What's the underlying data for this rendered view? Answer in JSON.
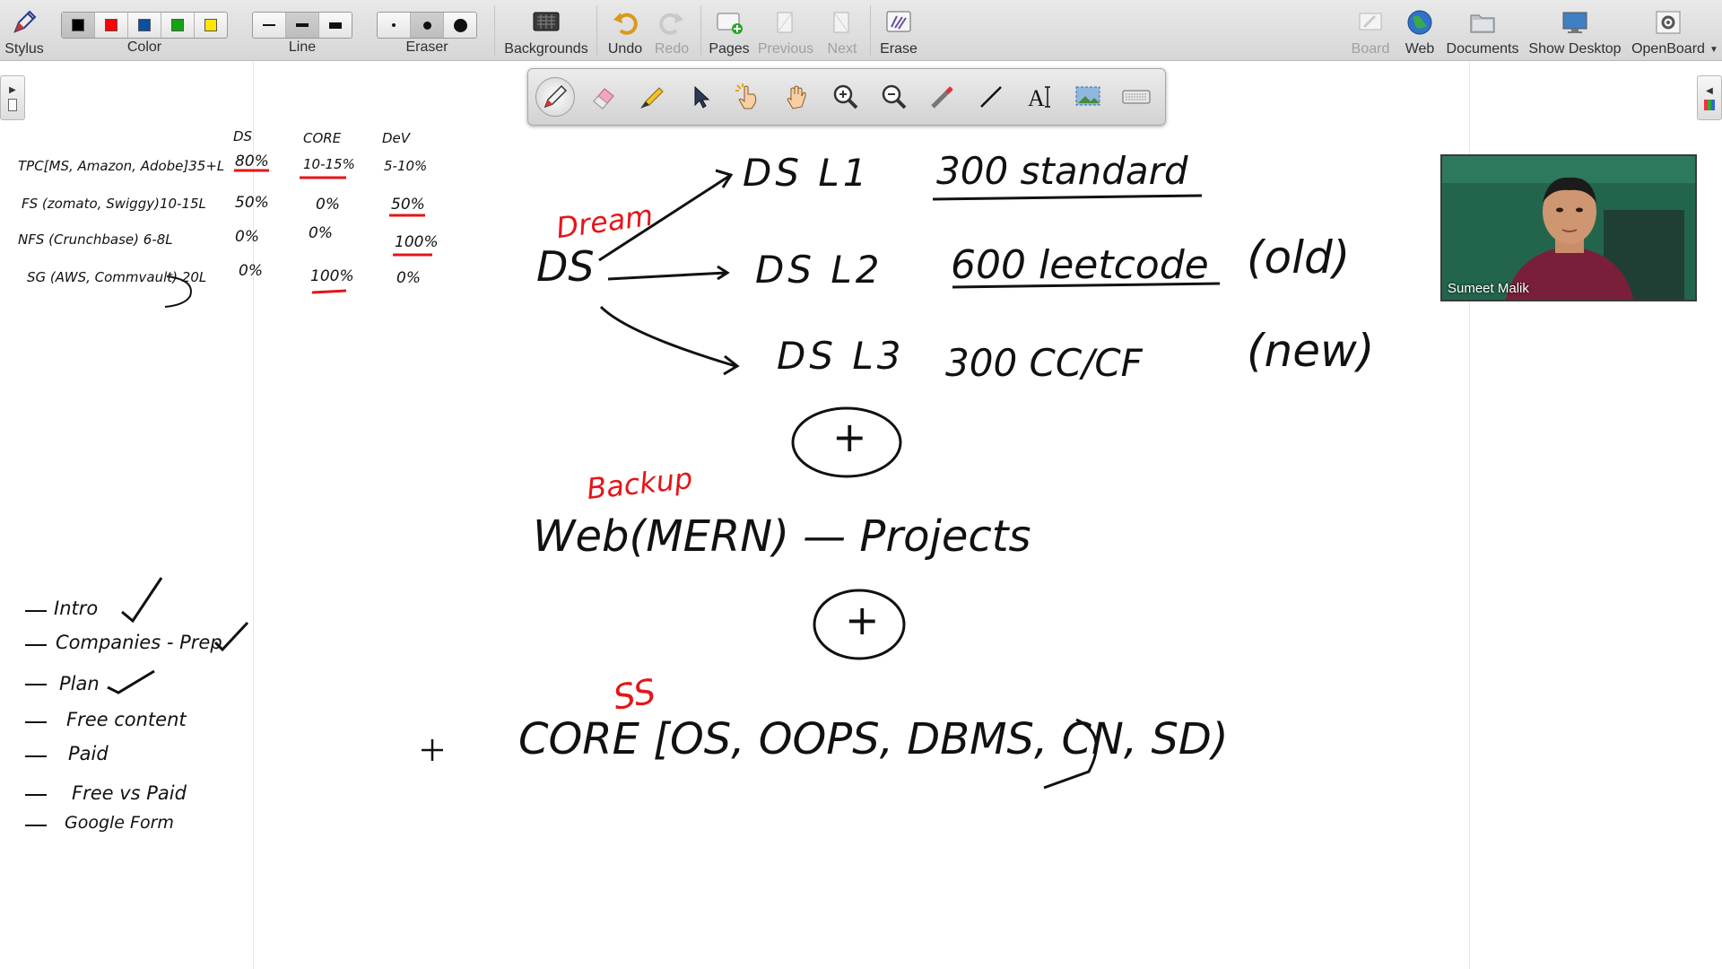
{
  "toolbar": {
    "stylus": "Stylus",
    "color": "Color",
    "line": "Line",
    "eraser": "Eraser",
    "backgrounds": "Backgrounds",
    "undo": "Undo",
    "redo": "Redo",
    "pages": "Pages",
    "previous": "Previous",
    "next": "Next",
    "erase": "Erase",
    "board": "Board",
    "web": "Web",
    "documents": "Documents",
    "show_desktop": "Show Desktop",
    "openboard": "OpenBoard",
    "colors": [
      "#000000",
      "#ff0000",
      "#0b4fa0",
      "#13a313",
      "#ffe600"
    ]
  },
  "palette": {
    "tools": [
      "pen-icon",
      "eraser-icon",
      "highlighter-icon",
      "pointer-icon",
      "interact-icon",
      "hand-icon",
      "zoom-in-icon",
      "zoom-out-icon",
      "laser-icon",
      "line-icon",
      "text-icon",
      "capture-icon",
      "keyboard-icon"
    ]
  },
  "webcam": {
    "name": "Sumeet Malik"
  },
  "notes": {
    "header_ds": "DS",
    "header_core": "CORE",
    "header_dev": "DeV",
    "row1_label": "TPC[MS, Amazon, Adobe]35+L",
    "row1_ds": "80%",
    "row1_core": "10-15%",
    "row1_dev": "5-10%",
    "row2_label": "FS (zomato, Swiggy)10-15L",
    "row2_ds": "50%",
    "row2_core": "0%",
    "row2_dev": "50%",
    "row3_label": "NFS (Crunchbase) 6-8L",
    "row3_ds": "0%",
    "row3_core": "0%",
    "row3_dev": "100%",
    "row4_label": "SG (AWS, Commvault) 20L",
    "row4_ds": "0%",
    "row4_core": "100%",
    "row4_dev": "0%"
  },
  "agenda": [
    "Intro",
    "Companies - Prep",
    "Plan",
    "Free content",
    "Paid",
    "Free vs Paid",
    "Google Form"
  ],
  "diagram": {
    "dream": "Dream",
    "ds": "DS",
    "l1": "DS L1",
    "l1_desc": "300 standard",
    "l2": "DS L2",
    "l2_desc": "600 leetcode",
    "l2_tag": "(old)",
    "l3": "DS L3",
    "l3_desc": "300 CC/CF",
    "l3_tag": "(new)",
    "plus": "+",
    "backup": "Backup",
    "web": "Web(MERN) — Projects",
    "ss": "SS",
    "core": "CORE [OS, OOPS, DBMS, CN, SD)"
  }
}
